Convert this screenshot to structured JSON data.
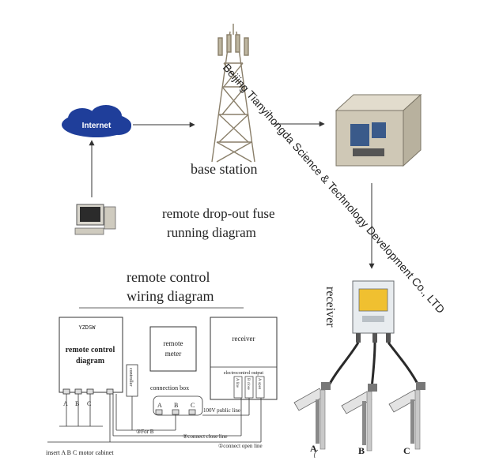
{
  "top": {
    "internet_label": "Internet",
    "base_station_label": "base station",
    "running_diagram_line1": "remote drop-out fuse",
    "running_diagram_line2": "running diagram",
    "receiver_label": "receiver",
    "fuse_labels": [
      "A",
      "B",
      "C"
    ]
  },
  "watermark": "Beijing Tianyihongda Science & Technology Development Co., LTD",
  "wiring": {
    "title_line1": "remote control",
    "title_line2": "wiring diagram",
    "controller_model": "YZDSW",
    "controller_line1": "remote control",
    "controller_line2": "diagram",
    "controller_side": "controller",
    "meter_line1": "remote",
    "meter_line2": "meter",
    "connection_box": "connection box",
    "box_terminals": [
      "A",
      "B",
      "C"
    ],
    "receiver_box": "receiver",
    "econtrol_output": "electrocontrol output",
    "output_columns": [
      "A line",
      "B close",
      "A open"
    ],
    "public_line": "100V public line",
    "for_b": "③For B",
    "connect_close": "②connect close line",
    "connect_open": "①connect open line",
    "insert_cabinet": "insert A B C motor cabinet",
    "abc_terms": [
      "A",
      "B",
      "C"
    ]
  },
  "colors": {
    "background": "#ffffff",
    "cloud": "#1f3e9a",
    "line": "#333333",
    "tower": "#8a7f6a",
    "cabinet": "#c9c2b1",
    "display": "#f0c030"
  }
}
